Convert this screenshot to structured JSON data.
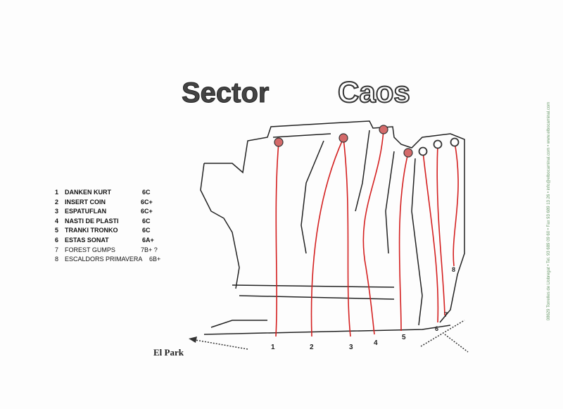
{
  "title": {
    "word1": "Sector",
    "word2": "Caos"
  },
  "routes": [
    {
      "num": "1",
      "name": "DANKEN KURT",
      "grade": "6C"
    },
    {
      "num": "2",
      "name": "INSERT COIN",
      "grade": "6C+"
    },
    {
      "num": "3",
      "name": "ESPATUFLAN",
      "grade": "6C+"
    },
    {
      "num": "4",
      "name": "NASTI DE PLASTI",
      "grade": "6C"
    },
    {
      "num": "5",
      "name": "TRANKI TRONKO",
      "grade": "6C"
    },
    {
      "num": "6",
      "name": "ESTAS SONAT",
      "grade": "6A+"
    },
    {
      "num": "7",
      "name": "FOREST GUMPS",
      "grade": "7B+ ?"
    },
    {
      "num": "8",
      "name": "ESCALDORS PRIMAVERA",
      "grade": "6B+"
    }
  ],
  "park_label": "El Park",
  "contact": "08629 Torrelles de Llobregat  •  Tel. 93 689 09 60  •  Fax 93 689 13 26  •  info@elbocaminal.com  •  www.elbocaminal.com",
  "colors": {
    "route": "#d42020",
    "anchor_fill": "#d46a6a",
    "outline": "#222222"
  }
}
